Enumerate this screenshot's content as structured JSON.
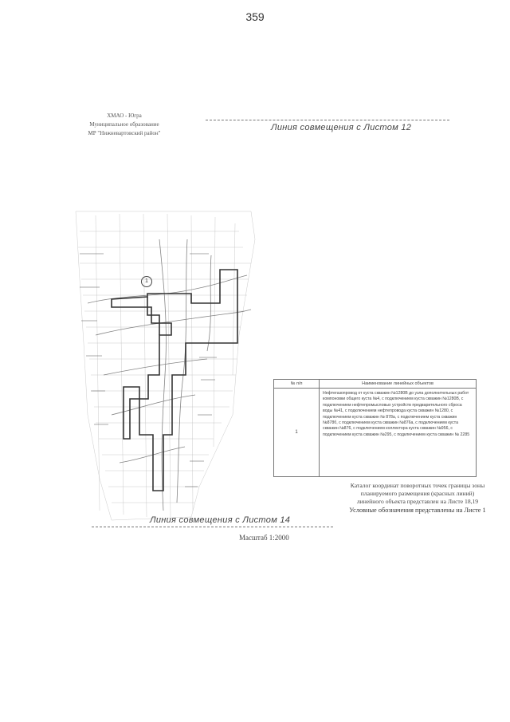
{
  "page": {
    "number": "359"
  },
  "header": {
    "lines": [
      "ХМАО - Югра",
      "Муниципальное образование",
      "МР \"Нижневартовский район\""
    ]
  },
  "matchlines": {
    "top": "Линия совмещения с Листом 12",
    "bottom": "Линия совмещения с Листом 14"
  },
  "scale": {
    "label": "Масштаб 1:2000"
  },
  "legend_table": {
    "headers": [
      "№ п/п",
      "Наименование линейных объектов"
    ],
    "rows": [
      {
        "num": "1",
        "name": "Нефтегазопровод от куста скважин №1280В до узла дополнительных работ компоновки общего куста №4, с подключением куста скважин №1280В, с подключением нефтепромысловых устройств предварительного сброса воды №41, с подключением нефтепровода куста скважин №1280, с подключением куста скважин № 878а, с подключением куста скважин №878б, с подключением куста скважин №876а, с подключением куста скважин №876, с подключением коллектора куста скважин №956, с подключением куста скважин №295, с подключением куста скважин № 2285"
      }
    ]
  },
  "notes": {
    "note_a": "Каталог координат поворотных точек границы зоны планируемого размещения (красных линий) линейного объекта представлен на Листе 18,19",
    "note_b": "Условные обозначения представлены на Листе 1"
  },
  "map": {
    "marker": "1"
  },
  "colors": {
    "ink": "#222222",
    "map_line": "#555555",
    "route": "#333333"
  }
}
